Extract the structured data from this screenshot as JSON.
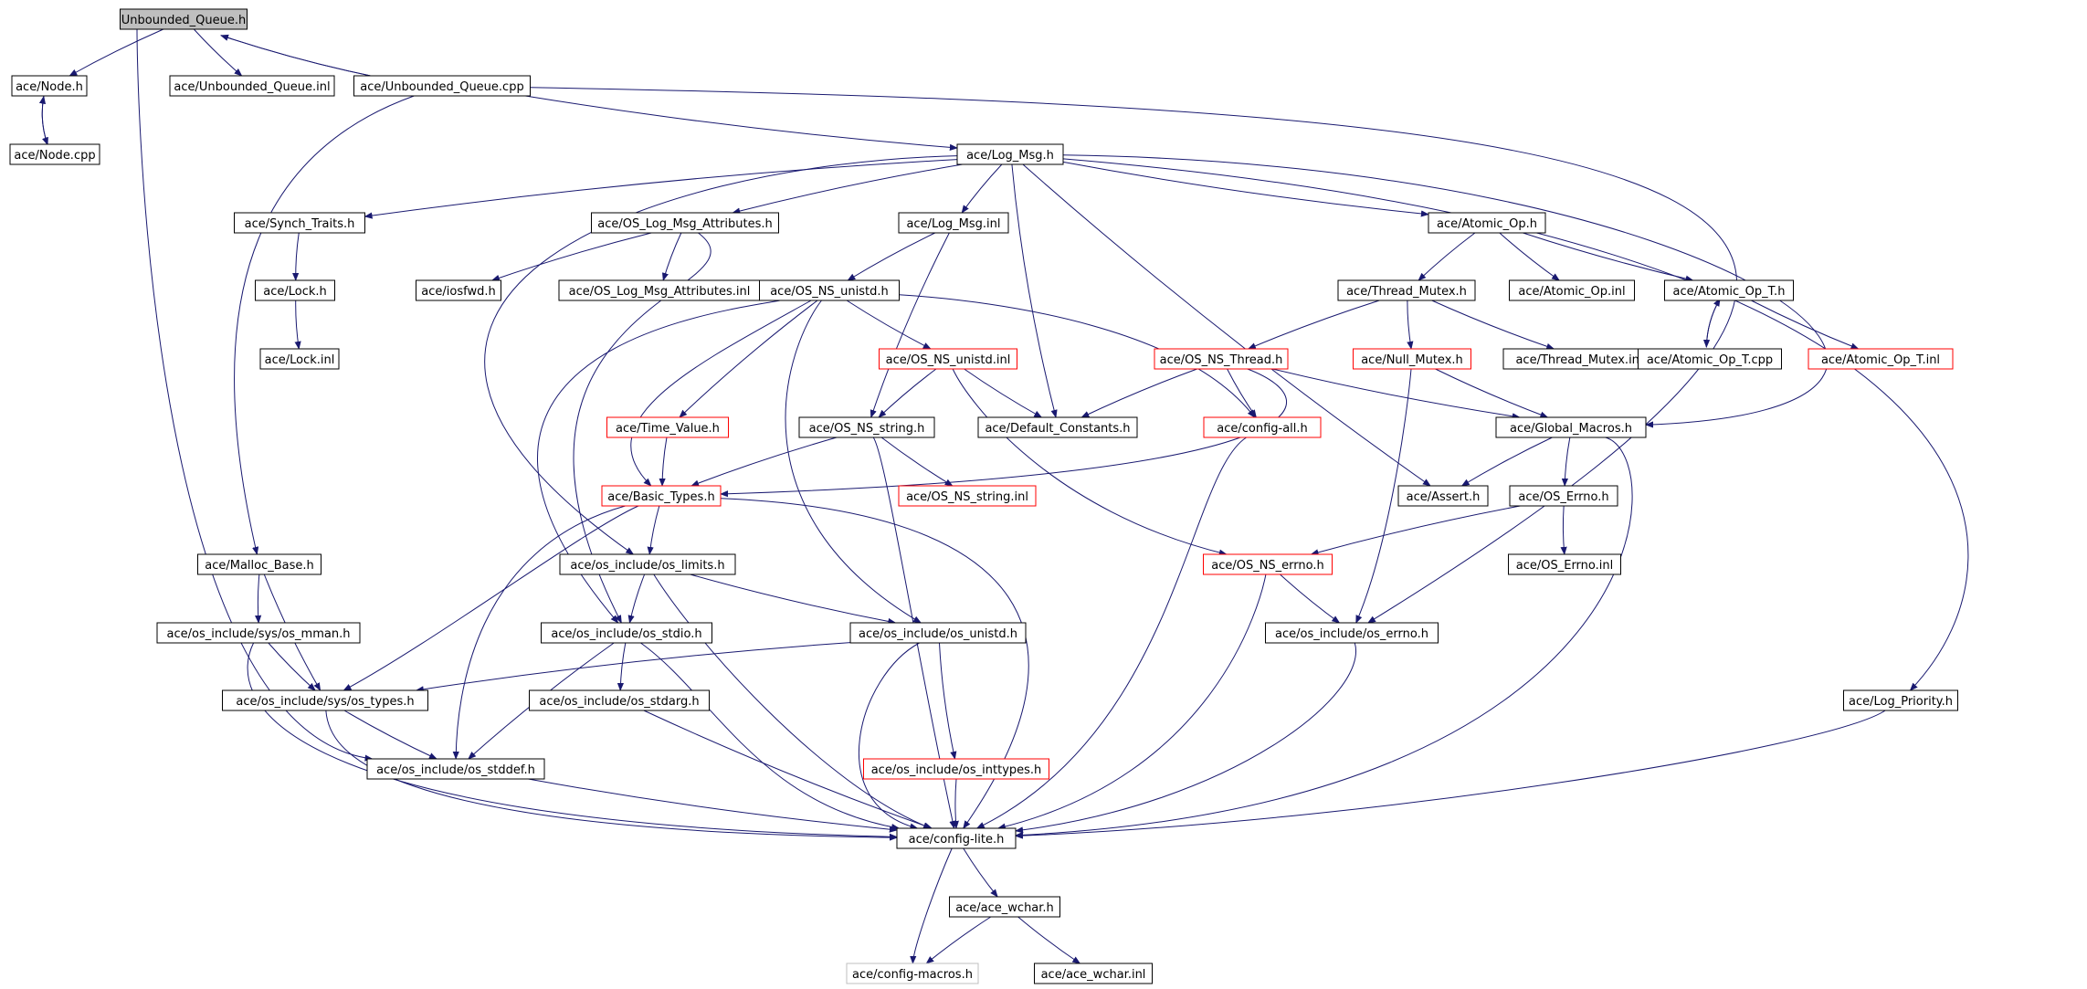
{
  "colors": {
    "edge": "#191970",
    "box_normal": "#000000",
    "box_truncated": "#ff0000",
    "box_external": "#bfbfbf",
    "box_root_fill": "#bfbfbf",
    "text": "#000000"
  },
  "nodes": [
    {
      "id": "unbounded_queue_h",
      "label": "Unbounded_Queue.h",
      "style": "root"
    },
    {
      "id": "node_h",
      "label": "ace/Node.h",
      "style": "normal"
    },
    {
      "id": "unbounded_queue_inl",
      "label": "ace/Unbounded_Queue.inl",
      "style": "normal"
    },
    {
      "id": "unbounded_queue_cpp",
      "label": "ace/Unbounded_Queue.cpp",
      "style": "normal"
    },
    {
      "id": "node_cpp",
      "label": "ace/Node.cpp",
      "style": "normal"
    },
    {
      "id": "log_msg_h",
      "label": "ace/Log_Msg.h",
      "style": "normal"
    },
    {
      "id": "synch_traits_h",
      "label": "ace/Synch_Traits.h",
      "style": "normal"
    },
    {
      "id": "os_log_msg_attributes_h",
      "label": "ace/OS_Log_Msg_Attributes.h",
      "style": "normal"
    },
    {
      "id": "log_msg_inl",
      "label": "ace/Log_Msg.inl",
      "style": "normal"
    },
    {
      "id": "atomic_op_h",
      "label": "ace/Atomic_Op.h",
      "style": "normal"
    },
    {
      "id": "lock_h",
      "label": "ace/Lock.h",
      "style": "normal"
    },
    {
      "id": "iosfwd_h",
      "label": "ace/iosfwd.h",
      "style": "normal"
    },
    {
      "id": "os_log_msg_attributes_inl",
      "label": "ace/OS_Log_Msg_Attributes.inl",
      "style": "normal"
    },
    {
      "id": "os_ns_unistd_h",
      "label": "ace/OS_NS_unistd.h",
      "style": "normal"
    },
    {
      "id": "thread_mutex_h",
      "label": "ace/Thread_Mutex.h",
      "style": "normal"
    },
    {
      "id": "atomic_op_inl",
      "label": "ace/Atomic_Op.inl",
      "style": "normal"
    },
    {
      "id": "atomic_op_t_h",
      "label": "ace/Atomic_Op_T.h",
      "style": "normal"
    },
    {
      "id": "lock_inl",
      "label": "ace/Lock.inl",
      "style": "normal"
    },
    {
      "id": "os_ns_unistd_inl",
      "label": "ace/OS_NS_unistd.inl",
      "style": "truncated"
    },
    {
      "id": "os_ns_thread_h",
      "label": "ace/OS_NS_Thread.h",
      "style": "truncated"
    },
    {
      "id": "null_mutex_h",
      "label": "ace/Null_Mutex.h",
      "style": "truncated"
    },
    {
      "id": "thread_mutex_inl",
      "label": "ace/Thread_Mutex.inl",
      "style": "normal"
    },
    {
      "id": "atomic_op_t_cpp",
      "label": "ace/Atomic_Op_T.cpp",
      "style": "normal"
    },
    {
      "id": "atomic_op_t_inl",
      "label": "ace/Atomic_Op_T.inl",
      "style": "truncated"
    },
    {
      "id": "time_value_h",
      "label": "ace/Time_Value.h",
      "style": "truncated"
    },
    {
      "id": "os_ns_string_h",
      "label": "ace/OS_NS_string.h",
      "style": "normal"
    },
    {
      "id": "default_constants_h",
      "label": "ace/Default_Constants.h",
      "style": "normal"
    },
    {
      "id": "config_all_h",
      "label": "ace/config-all.h",
      "style": "truncated"
    },
    {
      "id": "global_macros_h",
      "label": "ace/Global_Macros.h",
      "style": "normal"
    },
    {
      "id": "basic_types_h",
      "label": "ace/Basic_Types.h",
      "style": "truncated"
    },
    {
      "id": "os_ns_string_inl",
      "label": "ace/OS_NS_string.inl",
      "style": "truncated"
    },
    {
      "id": "assert_h",
      "label": "ace/Assert.h",
      "style": "normal"
    },
    {
      "id": "os_errno_h",
      "label": "ace/OS_Errno.h",
      "style": "normal"
    },
    {
      "id": "malloc_base_h",
      "label": "ace/Malloc_Base.h",
      "style": "normal"
    },
    {
      "id": "os_include_os_limits_h",
      "label": "ace/os_include/os_limits.h",
      "style": "normal"
    },
    {
      "id": "os_ns_errno_h",
      "label": "ace/OS_NS_errno.h",
      "style": "truncated"
    },
    {
      "id": "os_errno_inl",
      "label": "ace/OS_Errno.inl",
      "style": "normal"
    },
    {
      "id": "os_include_sys_os_mman_h",
      "label": "ace/os_include/sys/os_mman.h",
      "style": "normal"
    },
    {
      "id": "os_include_os_stdio_h",
      "label": "ace/os_include/os_stdio.h",
      "style": "normal"
    },
    {
      "id": "os_include_os_unistd_h",
      "label": "ace/os_include/os_unistd.h",
      "style": "normal"
    },
    {
      "id": "os_include_os_errno_h",
      "label": "ace/os_include/os_errno.h",
      "style": "normal"
    },
    {
      "id": "os_include_sys_os_types_h",
      "label": "ace/os_include/sys/os_types.h",
      "style": "normal"
    },
    {
      "id": "os_include_os_stdarg_h",
      "label": "ace/os_include/os_stdarg.h",
      "style": "normal"
    },
    {
      "id": "log_priority_h",
      "label": "ace/Log_Priority.h",
      "style": "normal"
    },
    {
      "id": "os_include_os_stddef_h",
      "label": "ace/os_include/os_stddef.h",
      "style": "normal"
    },
    {
      "id": "os_include_os_inttypes_h",
      "label": "ace/os_include/os_inttypes.h",
      "style": "truncated"
    },
    {
      "id": "config_lite_h",
      "label": "ace/config-lite.h",
      "style": "normal"
    },
    {
      "id": "ace_wchar_h",
      "label": "ace/ace_wchar.h",
      "style": "normal"
    },
    {
      "id": "config_macros_h",
      "label": "ace/config-macros.h",
      "style": "external"
    },
    {
      "id": "ace_wchar_inl",
      "label": "ace/ace_wchar.inl",
      "style": "normal"
    }
  ],
  "edges": [
    [
      "unbounded_queue_h",
      "node_h"
    ],
    [
      "unbounded_queue_h",
      "unbounded_queue_inl"
    ],
    [
      "unbounded_queue_h",
      "unbounded_queue_cpp"
    ],
    [
      "unbounded_queue_h",
      "os_include_os_stddef_h"
    ],
    [
      "unbounded_queue_cpp",
      "unbounded_queue_h"
    ],
    [
      "node_h",
      "node_cpp"
    ],
    [
      "node_cpp",
      "node_h"
    ],
    [
      "unbounded_queue_cpp",
      "log_msg_h"
    ],
    [
      "unbounded_queue_cpp",
      "malloc_base_h"
    ],
    [
      "unbounded_queue_cpp",
      "os_include_os_errno_h"
    ],
    [
      "log_msg_h",
      "synch_traits_h"
    ],
    [
      "log_msg_h",
      "os_log_msg_attributes_h"
    ],
    [
      "log_msg_h",
      "log_msg_inl"
    ],
    [
      "log_msg_h",
      "atomic_op_h"
    ],
    [
      "log_msg_h",
      "default_constants_h"
    ],
    [
      "log_msg_h",
      "assert_h"
    ],
    [
      "log_msg_h",
      "global_macros_h"
    ],
    [
      "log_msg_h",
      "log_priority_h"
    ],
    [
      "log_msg_h",
      "os_include_os_limits_h"
    ],
    [
      "synch_traits_h",
      "lock_h"
    ],
    [
      "lock_h",
      "lock_inl"
    ],
    [
      "os_log_msg_attributes_h",
      "iosfwd_h"
    ],
    [
      "os_log_msg_attributes_h",
      "os_log_msg_attributes_inl"
    ],
    [
      "os_log_msg_attributes_h",
      "os_include_os_stdio_h"
    ],
    [
      "log_msg_inl",
      "os_ns_unistd_h"
    ],
    [
      "log_msg_inl",
      "os_ns_string_h"
    ],
    [
      "atomic_op_h",
      "thread_mutex_h"
    ],
    [
      "atomic_op_h",
      "atomic_op_inl"
    ],
    [
      "atomic_op_h",
      "atomic_op_t_h"
    ],
    [
      "thread_mutex_h",
      "os_ns_thread_h"
    ],
    [
      "thread_mutex_h",
      "null_mutex_h"
    ],
    [
      "thread_mutex_h",
      "thread_mutex_inl"
    ],
    [
      "atomic_op_t_h",
      "atomic_op_t_cpp"
    ],
    [
      "atomic_op_t_cpp",
      "atomic_op_t_h"
    ],
    [
      "atomic_op_t_h",
      "atomic_op_t_inl"
    ],
    [
      "os_ns_unistd_h",
      "os_ns_unistd_inl"
    ],
    [
      "os_ns_unistd_h",
      "time_value_h"
    ],
    [
      "os_ns_unistd_h",
      "basic_types_h"
    ],
    [
      "os_ns_unistd_h",
      "config_all_h"
    ],
    [
      "os_ns_unistd_h",
      "os_include_os_unistd_h"
    ],
    [
      "os_ns_unistd_h",
      "os_include_os_stdio_h"
    ],
    [
      "os_ns_unistd_inl",
      "os_ns_string_h"
    ],
    [
      "os_ns_unistd_inl",
      "default_constants_h"
    ],
    [
      "os_ns_unistd_inl",
      "os_ns_errno_h"
    ],
    [
      "os_ns_thread_h",
      "default_constants_h"
    ],
    [
      "os_ns_thread_h",
      "config_all_h"
    ],
    [
      "os_ns_thread_h",
      "global_macros_h"
    ],
    [
      "os_ns_thread_h",
      "basic_types_h"
    ],
    [
      "null_mutex_h",
      "global_macros_h"
    ],
    [
      "null_mutex_h",
      "os_include_os_errno_h"
    ],
    [
      "time_value_h",
      "basic_types_h"
    ],
    [
      "os_ns_string_h",
      "basic_types_h"
    ],
    [
      "os_ns_string_h",
      "os_ns_string_inl"
    ],
    [
      "os_ns_string_h",
      "config_lite_h"
    ],
    [
      "config_all_h",
      "config_lite_h"
    ],
    [
      "global_macros_h",
      "assert_h"
    ],
    [
      "global_macros_h",
      "os_errno_h"
    ],
    [
      "global_macros_h",
      "config_lite_h"
    ],
    [
      "os_errno_h",
      "os_ns_errno_h"
    ],
    [
      "os_errno_h",
      "os_errno_inl"
    ],
    [
      "basic_types_h",
      "os_include_os_limits_h"
    ],
    [
      "basic_types_h",
      "os_include_sys_os_types_h"
    ],
    [
      "basic_types_h",
      "os_include_os_stddef_h"
    ],
    [
      "basic_types_h",
      "config_lite_h"
    ],
    [
      "malloc_base_h",
      "os_include_sys_os_mman_h"
    ],
    [
      "malloc_base_h",
      "os_include_sys_os_types_h"
    ],
    [
      "os_include_os_limits_h",
      "os_include_os_unistd_h"
    ],
    [
      "os_include_os_limits_h",
      "os_include_os_stdio_h"
    ],
    [
      "os_include_os_limits_h",
      "config_lite_h"
    ],
    [
      "os_ns_errno_h",
      "os_include_os_errno_h"
    ],
    [
      "os_ns_errno_h",
      "config_lite_h"
    ],
    [
      "os_include_sys_os_mman_h",
      "os_include_sys_os_types_h"
    ],
    [
      "os_include_sys_os_mman_h",
      "config_lite_h"
    ],
    [
      "os_include_os_stdio_h",
      "os_include_os_stdarg_h"
    ],
    [
      "os_include_os_stdio_h",
      "os_include_os_stddef_h"
    ],
    [
      "os_include_os_stdio_h",
      "config_lite_h"
    ],
    [
      "os_include_os_unistd_h",
      "os_include_sys_os_types_h"
    ],
    [
      "os_include_os_unistd_h",
      "os_include_os_inttypes_h"
    ],
    [
      "os_include_os_unistd_h",
      "config_lite_h"
    ],
    [
      "os_include_os_errno_h",
      "config_lite_h"
    ],
    [
      "os_include_sys_os_types_h",
      "os_include_os_stddef_h"
    ],
    [
      "os_include_sys_os_types_h",
      "config_lite_h"
    ],
    [
      "os_include_os_stdarg_h",
      "config_lite_h"
    ],
    [
      "log_priority_h",
      "config_lite_h"
    ],
    [
      "os_include_os_stddef_h",
      "config_lite_h"
    ],
    [
      "os_include_os_inttypes_h",
      "config_lite_h"
    ],
    [
      "config_lite_h",
      "ace_wchar_h"
    ],
    [
      "config_lite_h",
      "config_macros_h"
    ],
    [
      "ace_wchar_h",
      "config_macros_h"
    ],
    [
      "ace_wchar_h",
      "ace_wchar_inl"
    ]
  ]
}
